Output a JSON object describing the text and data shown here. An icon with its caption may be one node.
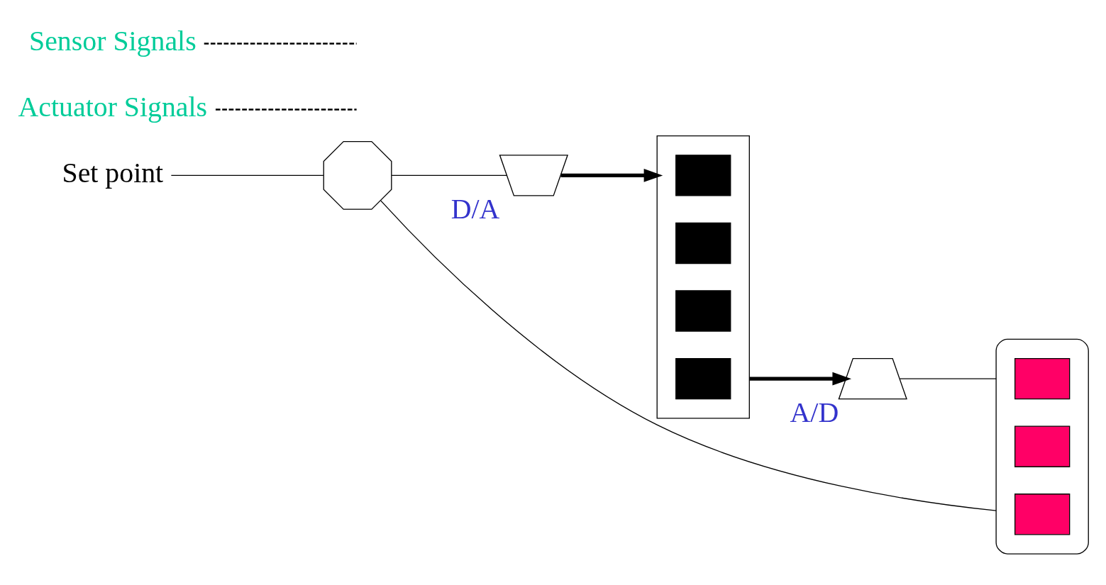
{
  "diagram": {
    "nodes": [
      {
        "text": [
          "Set point"
        ]
      },
      {
        "text": [],
        "shape": "octagon"
      },
      {
        "text": [],
        "shape": "trapezoid",
        "beside": [
          "D/A"
        ]
      },
      {
        "text": [],
        "shape": "box"
      },
      {
        "text": [],
        "shape": "box",
        "in": 3
      },
      {
        "text": [],
        "shape": "box",
        "in": 3
      },
      {
        "text": [],
        "shape": "box",
        "in": 3
      },
      {
        "text": [],
        "shape": "box",
        "in": 3
      },
      {
        "text": [],
        "shape": "trapezoid",
        "beside": [
          "A/D"
        ]
      },
      {
        "text": [],
        "shape": "box"
      },
      {
        "text": [],
        "shape": "box",
        "in": 9
      },
      {
        "text": [],
        "shape": "box",
        "in": 9
      },
      {
        "text": [],
        "shape": "box",
        "in": 9
      },
      {
        "text": [
          "Actuator Signals"
        ]
      },
      {
        "text": [
          "Sensor Signals"
        ]
      }
    ],
    "edges": [
      {
        "from": 0,
        "to": 1,
        "arrow": "none"
      },
      {
        "from": 1,
        "to": 2,
        "arrow": "none"
      },
      {
        "from": 2,
        "to": 3,
        "arrow": "to",
        "style": "thick"
      },
      {
        "from": 3,
        "to": 8,
        "arrow": "to",
        "style": "thick"
      },
      {
        "from": 8,
        "to": 9,
        "arrow": "none"
      },
      {
        "from": 9,
        "to": 1,
        "arrow": "none"
      },
      {
        "from": 13,
        "to": null,
        "arrow": "none",
        "style": "dashed"
      },
      {
        "from": 14,
        "to": null,
        "arrow": "none",
        "style": "dashed"
      }
    ]
  }
}
